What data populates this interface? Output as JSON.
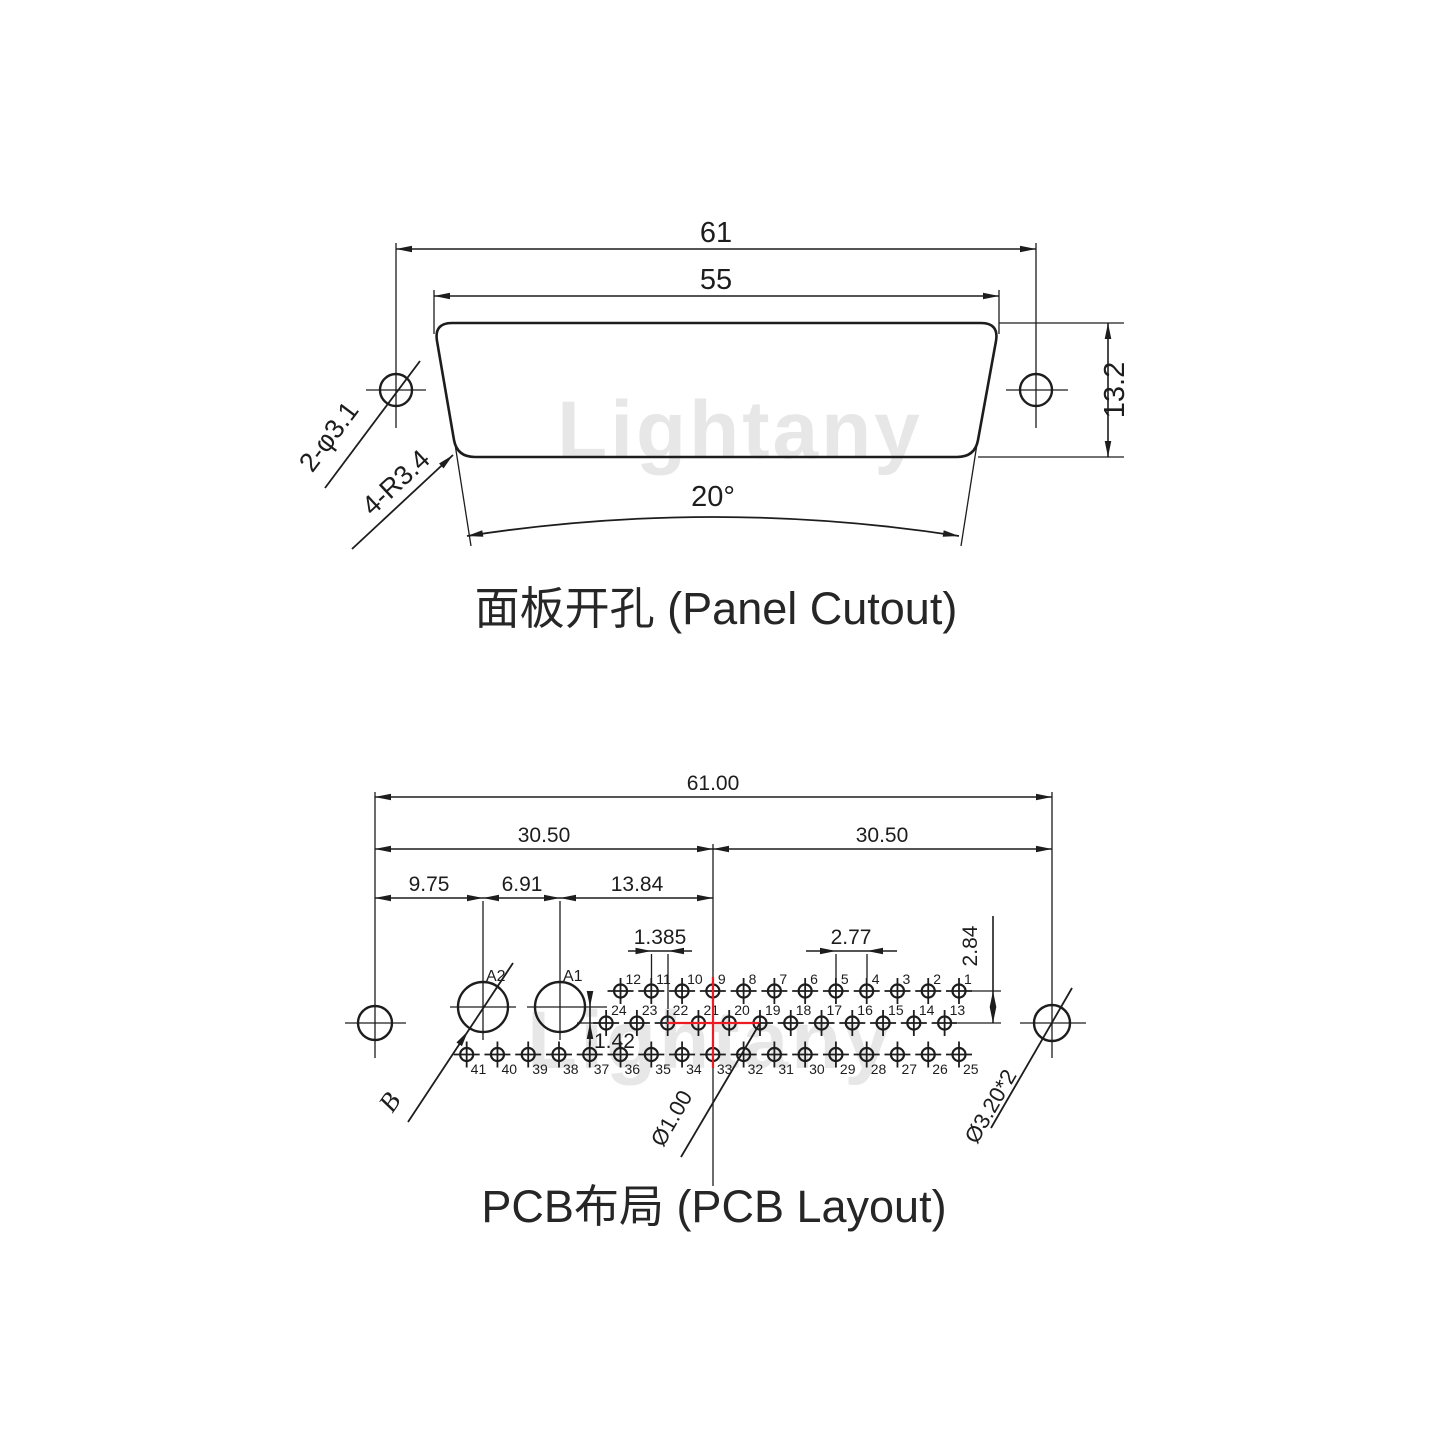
{
  "watermark": {
    "text": "Lightany",
    "color": "#e7e7e7"
  },
  "colors": {
    "line": "#1d1d1d",
    "red": "#ed1c24",
    "background": "#ffffff"
  },
  "panel_cutout": {
    "title": "面板开孔 (Panel Cutout)",
    "dim_outer_width": "61",
    "dim_inner_width": "55",
    "dim_height": "13.2",
    "dim_angle": "20°",
    "label_mount_holes": "2-φ3.1",
    "label_corner_radius": "4-R3.4"
  },
  "pcb_layout": {
    "title": "PCB布局 (PCB Layout)",
    "dim_total_width": "61.00",
    "dim_left_half": "30.50",
    "dim_right_half": "30.50",
    "dim_mount_to_a2": "9.75",
    "dim_a2_to_a1": "6.91",
    "dim_a1_to_center": "13.84",
    "dim_row_stagger": "1.385",
    "dim_pin_pitch": "2.77",
    "dim_row_spacing": "2.84",
    "dim_a_row_offset": "1.42",
    "label_pin_hole_dia": "Ø1.00",
    "label_mount_hole_dia": "Ø3.20*2",
    "label_a1": "A1",
    "label_a2": "A2",
    "label_b": "B",
    "pin_rows": {
      "top": [
        "1",
        "2",
        "3",
        "4",
        "5",
        "6",
        "7",
        "8",
        "9",
        "10",
        "11",
        "12"
      ],
      "middle": [
        "13",
        "14",
        "15",
        "16",
        "17",
        "18",
        "19",
        "20",
        "21",
        "22",
        "23",
        "24"
      ],
      "bottom": [
        "25",
        "26",
        "27",
        "28",
        "29",
        "30",
        "31",
        "32",
        "33",
        "34",
        "35",
        "36",
        "37",
        "38",
        "39",
        "40",
        "41"
      ]
    }
  }
}
